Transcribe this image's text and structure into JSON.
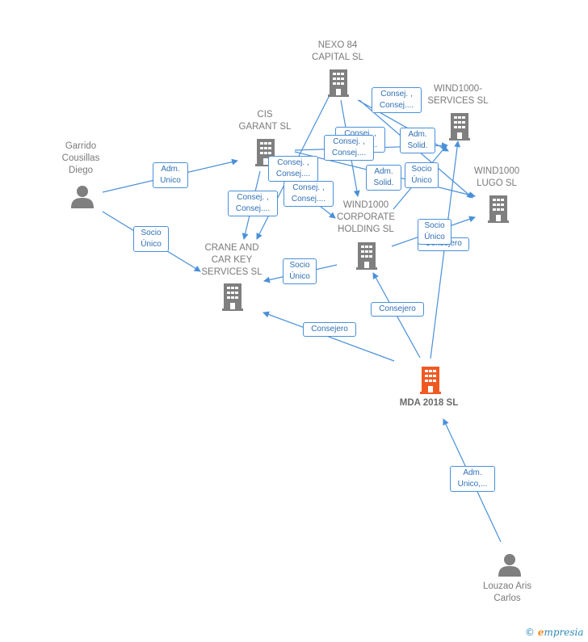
{
  "colors": {
    "node": "#7f7f7f",
    "main_node": "#f05a22",
    "edge": "#4a90d9",
    "edge_text": "#2f6fb5"
  },
  "nodes": {
    "nexo": {
      "label": "NEXO 84\nCAPITAL  SL",
      "icon": "building-icon"
    },
    "wind_services": {
      "label": "WIND1000-\nSERVICES SL",
      "icon": "building-icon"
    },
    "cis": {
      "label": "CIS\nGARANT  SL",
      "icon": "building-icon"
    },
    "garrido": {
      "label": "Garrido\nCousillas\nDiego",
      "icon": "person-icon"
    },
    "wind_lugo": {
      "label": "WIND1000\nLUGO  SL",
      "icon": "building-icon"
    },
    "wind_corp": {
      "label": "WIND1000\nCORPORATE\nHOLDING  SL",
      "icon": "building-icon"
    },
    "crane": {
      "label": "CRANE AND\nCAR KEY\nSERVICES  SL",
      "icon": "building-icon"
    },
    "mda": {
      "label": "MDA 2018  SL",
      "icon": "building-icon"
    },
    "louzao": {
      "label": "Louzao Aris\nCarlos",
      "icon": "person-icon"
    }
  },
  "edge_labels": {
    "l1": "Consej. ,\nConsej....",
    "l2": "Adm.\nSolid.",
    "l3": "Consej. ,\nConsej....",
    "l4": "Consej. ,\nConsej....",
    "l5": "Adm.\nUnico",
    "l6": "Consej. ,\nConsej....",
    "l7": "Adm.\nSolid.",
    "l8": "Socio\nÚnico",
    "l9": "Consej. ,\nConsej....",
    "l10": "Consej. ,\nConsej....",
    "l11": "Socio\nÚnico",
    "l12": "Consejero",
    "l13": "Socio\nÚnico",
    "l14": "Socio\nÚnico",
    "l15": "Consejero",
    "l16": "Consejero",
    "l17": "Adm.\nUnico,..."
  },
  "footer": {
    "copyright": "©",
    "brand_first": "e",
    "brand_rest": "mpresia"
  }
}
